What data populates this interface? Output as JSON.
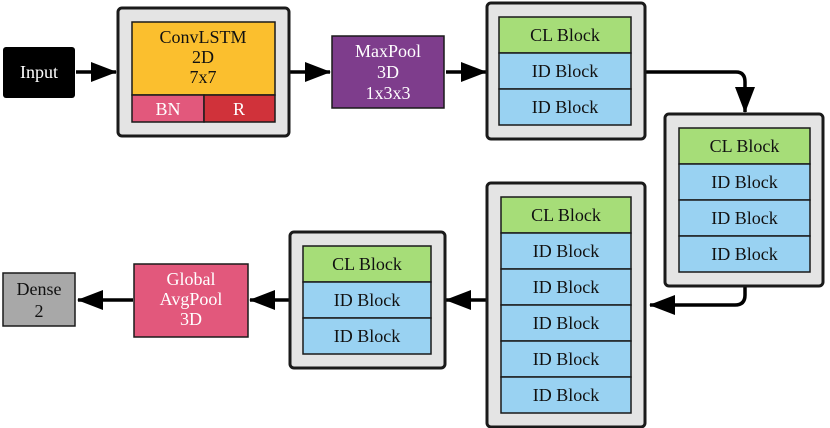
{
  "colors": {
    "input_bg": "#000000",
    "convlstm_bg": "#fbbf2e",
    "bn_bg": "#e2587c",
    "r_bg": "#d0323a",
    "maxpool_bg": "#7e3d8c",
    "cl_block_bg": "#a6dd78",
    "id_block_bg": "#99d2f2",
    "global_pool_bg": "#e2587c",
    "dense_bg": "#a8a8a8",
    "group_bg": "#e4e4e4"
  },
  "input": {
    "label": "Input"
  },
  "convlstm": {
    "line1": "ConvLSTM",
    "line2": "2D",
    "line3": "7x7",
    "bn_label": "BN",
    "r_label": "R"
  },
  "maxpool": {
    "line1": "MaxPool",
    "line2": "3D",
    "line3": "1x3x3"
  },
  "groups": [
    {
      "blocks": [
        "CL Block",
        "ID Block",
        "ID Block"
      ]
    },
    {
      "blocks": [
        "CL Block",
        "ID Block",
        "ID Block",
        "ID Block"
      ]
    },
    {
      "blocks": [
        "CL Block",
        "ID Block",
        "ID Block",
        "ID Block",
        "ID Block",
        "ID Block"
      ]
    },
    {
      "blocks": [
        "CL Block",
        "ID Block",
        "ID Block"
      ]
    }
  ],
  "global_pool": {
    "line1": "Global",
    "line2": "AvgPool",
    "line3": "3D"
  },
  "dense": {
    "line1": "Dense",
    "line2": "2"
  }
}
